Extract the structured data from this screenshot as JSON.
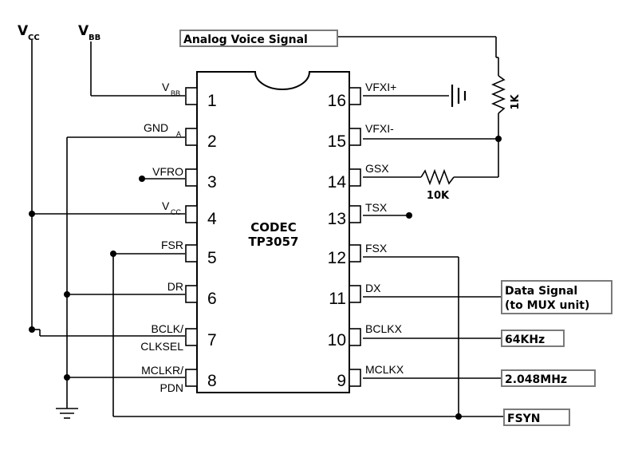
{
  "rails": {
    "vcc": {
      "main": "V",
      "sub": "CC"
    },
    "vbb": {
      "main": "V",
      "sub": "BB"
    }
  },
  "chip": {
    "name": "CODEC",
    "part": "TP3057",
    "left_pins": [
      {
        "num": "1",
        "label": "V",
        "sub": "BB"
      },
      {
        "num": "2",
        "label": "GND",
        "sub": "A"
      },
      {
        "num": "3",
        "label": "VFRO",
        "sub": ""
      },
      {
        "num": "4",
        "label": "V",
        "sub": "CC"
      },
      {
        "num": "5",
        "label": "FSR",
        "sub": ""
      },
      {
        "num": "6",
        "label": "DR",
        "sub": ""
      },
      {
        "num": "7",
        "label": "BCLK/",
        "sub": "",
        "label2": "CLKSEL"
      },
      {
        "num": "8",
        "label": "MCLKR/",
        "sub": "",
        "label2": "PDN"
      }
    ],
    "right_pins": [
      {
        "num": "16",
        "label": "VFXI+"
      },
      {
        "num": "15",
        "label": "VFXI-"
      },
      {
        "num": "14",
        "label": "GSX"
      },
      {
        "num": "13",
        "label": "TSX"
      },
      {
        "num": "12",
        "label": "FSX"
      },
      {
        "num": "11",
        "label": "DX"
      },
      {
        "num": "10",
        "label": "BCLKX"
      },
      {
        "num": "9",
        "label": "MCLKX"
      }
    ]
  },
  "components": {
    "r1_label": "1K",
    "r2_label": "10K"
  },
  "signals": {
    "analog_voice": "Analog Voice Signal",
    "data_line1": "Data Signal",
    "data_line2": "(to MUX unit)",
    "clk64": "64KHz",
    "mclk": "2.048MHz",
    "fsyn": "FSYN"
  }
}
